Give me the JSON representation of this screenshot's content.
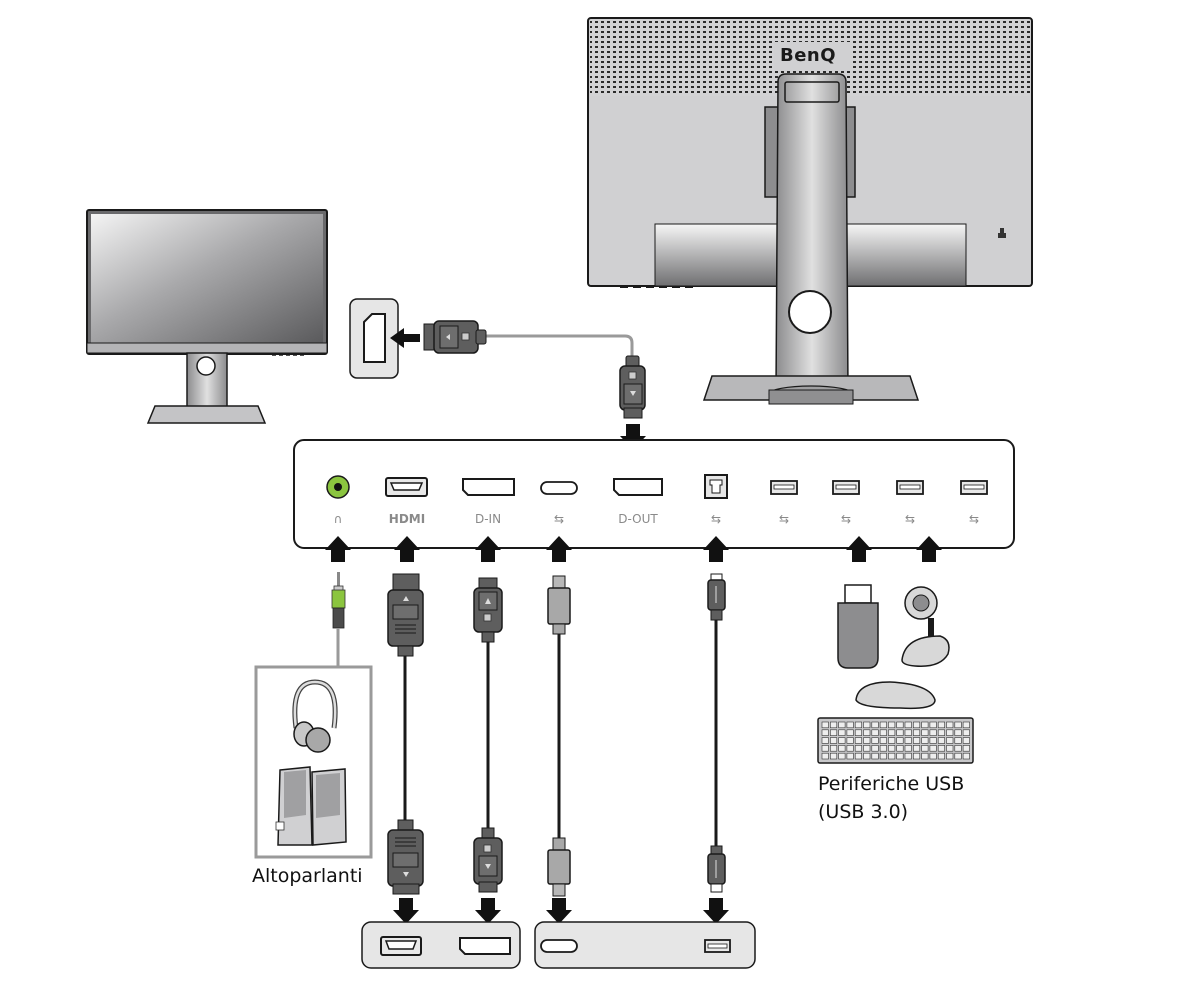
{
  "title": "Collegamento dei cavi del monitor",
  "brand": "BenQ",
  "colors": {
    "audio_jack": "#8bc53f",
    "panel_gray": "#d0d0d2",
    "connector_dark": "#5e5e5e",
    "connector_light": "#a8a8a8",
    "outline": "#1a1a1a",
    "cable_gray": "#9a9a9a"
  },
  "port_panel": {
    "ports": [
      {
        "id": "headphone",
        "label": "∩",
        "icon": "headphone-jack-icon"
      },
      {
        "id": "hdmi",
        "label": "HDMI",
        "icon": "hdmi-port-icon"
      },
      {
        "id": "dp-in",
        "label": "D-IN",
        "icon": "displayport-in-icon"
      },
      {
        "id": "usb-c",
        "label": "⇆",
        "icon": "usb-c-port-icon"
      },
      {
        "id": "dp-out",
        "label": "D-OUT",
        "icon": "displayport-out-icon"
      },
      {
        "id": "usb-b",
        "label": "⇆",
        "icon": "usb-b-upstream-icon"
      },
      {
        "id": "usb-a-1",
        "label": "⇆",
        "icon": "usb-a-port-icon"
      },
      {
        "id": "usb-a-2",
        "label": "⇆",
        "icon": "usb-a-port-icon"
      },
      {
        "id": "usb-a-3",
        "label": "⇆",
        "icon": "usb-a-port-icon"
      },
      {
        "id": "usb-a-4",
        "label": "⇆",
        "icon": "usb-a-port-icon"
      }
    ]
  },
  "labels": {
    "speakers": "Altoparlanti",
    "usb_peripherals_line1": "Periferiche USB",
    "usb_peripherals_line2": "(USB 3.0)"
  },
  "devices": {
    "secondary_monitor": "second-monitor-front",
    "main_monitor": "monitor-rear-view",
    "audio": [
      "headphones",
      "speakers"
    ],
    "usb": [
      "usb-flash-drive",
      "webcam",
      "mouse",
      "keyboard"
    ],
    "pc_ports_left": [
      "hdmi",
      "displayport"
    ],
    "pc_ports_right": [
      "usb-c",
      "usb-a"
    ]
  }
}
